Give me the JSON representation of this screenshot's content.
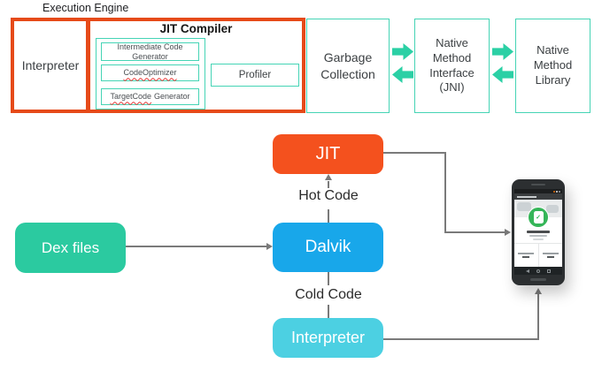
{
  "palette": {
    "orange": "#e64a19",
    "orange_fill": "#f4511e",
    "teal": "#45d4b5",
    "arrow_teal": "#2bd0a5",
    "blue": "#18a7ea",
    "cyan": "#4cd0e2",
    "green": "#2bcaa0",
    "line_gray": "#7a7a7a",
    "text_dark": "#3c4043"
  },
  "execution_engine": {
    "label": "Execution Engine",
    "interpreter": "Interpreter",
    "jit_compiler_title": "JIT Compiler",
    "intermediate_code_generator": "Intermediate Code Generator",
    "code_optimizer": "CodeOptimizer",
    "target_code_word": "TargetCode",
    "target_code_rest": "Generator",
    "profiler": "Profiler",
    "garbage_collection": "Garbage Collection",
    "native_method_interface": "Native Method Interface (JNI)",
    "native_method_library": "Native Method Library"
  },
  "flow": {
    "jit": "JIT",
    "hot_code": "Hot Code",
    "dalvik": "Dalvik",
    "cold_code": "Cold Code",
    "interpreter": "Interpreter",
    "dex_files": "Dex files"
  },
  "phone": {
    "check_glyph": "✓"
  }
}
